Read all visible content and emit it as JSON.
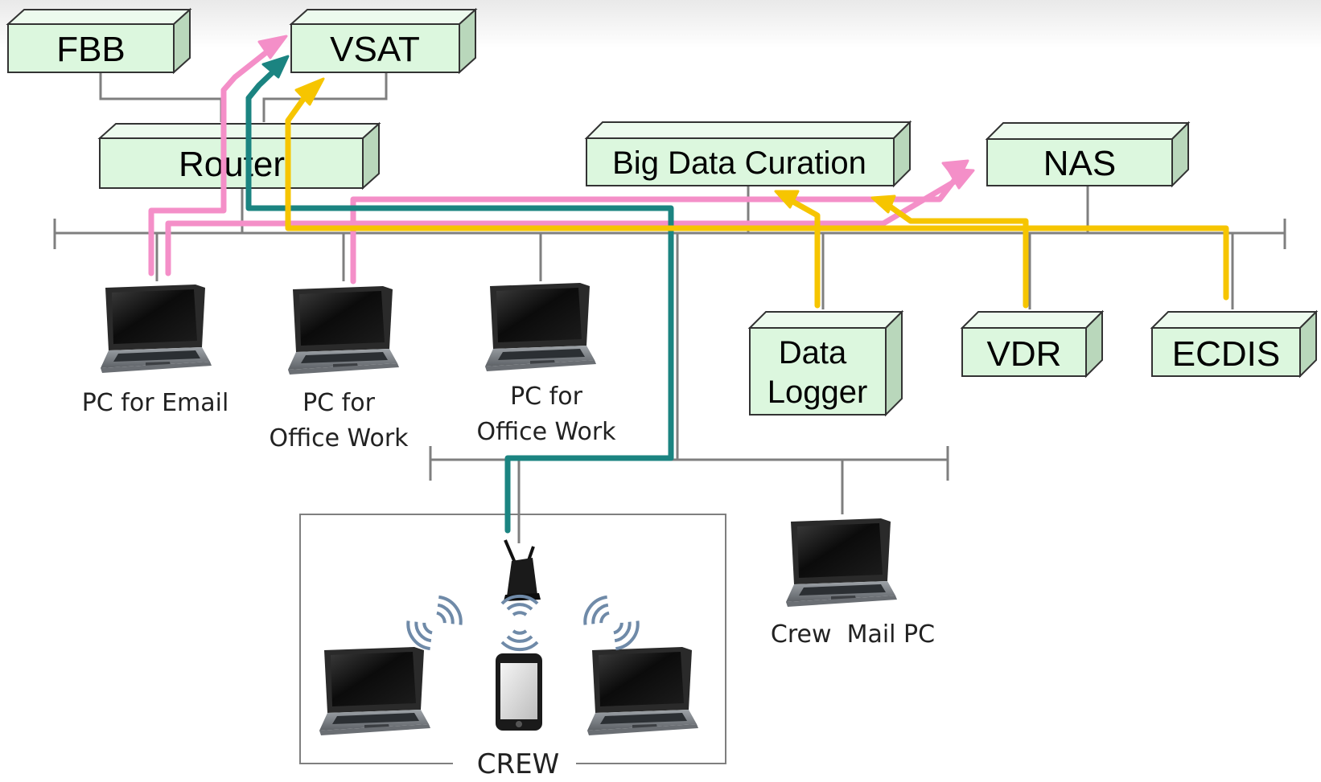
{
  "devices": {
    "fbb": "FBB",
    "vsat": "VSAT",
    "router": "Router",
    "big_data": "Big Data Curation",
    "nas": "NAS",
    "data_logger": [
      "Data",
      "Logger"
    ],
    "vdr": "VDR",
    "ecdis": "ECDIS"
  },
  "pcs": {
    "email": [
      "PC for Email"
    ],
    "office1": [
      "PC for",
      "Office Work"
    ],
    "office2": [
      "PC for",
      "Office Work"
    ],
    "crew_mail": [
      "Crew  Mail PC"
    ]
  },
  "crew_label": "CREW",
  "colors": {
    "box_fill": "#dcf7de",
    "box_side": "#b9d7bb",
    "box_top": "#edfbee",
    "line": "#7f7f7f",
    "pink": "#f48fc8",
    "teal": "#1b8481",
    "yellow": "#f6c500"
  }
}
